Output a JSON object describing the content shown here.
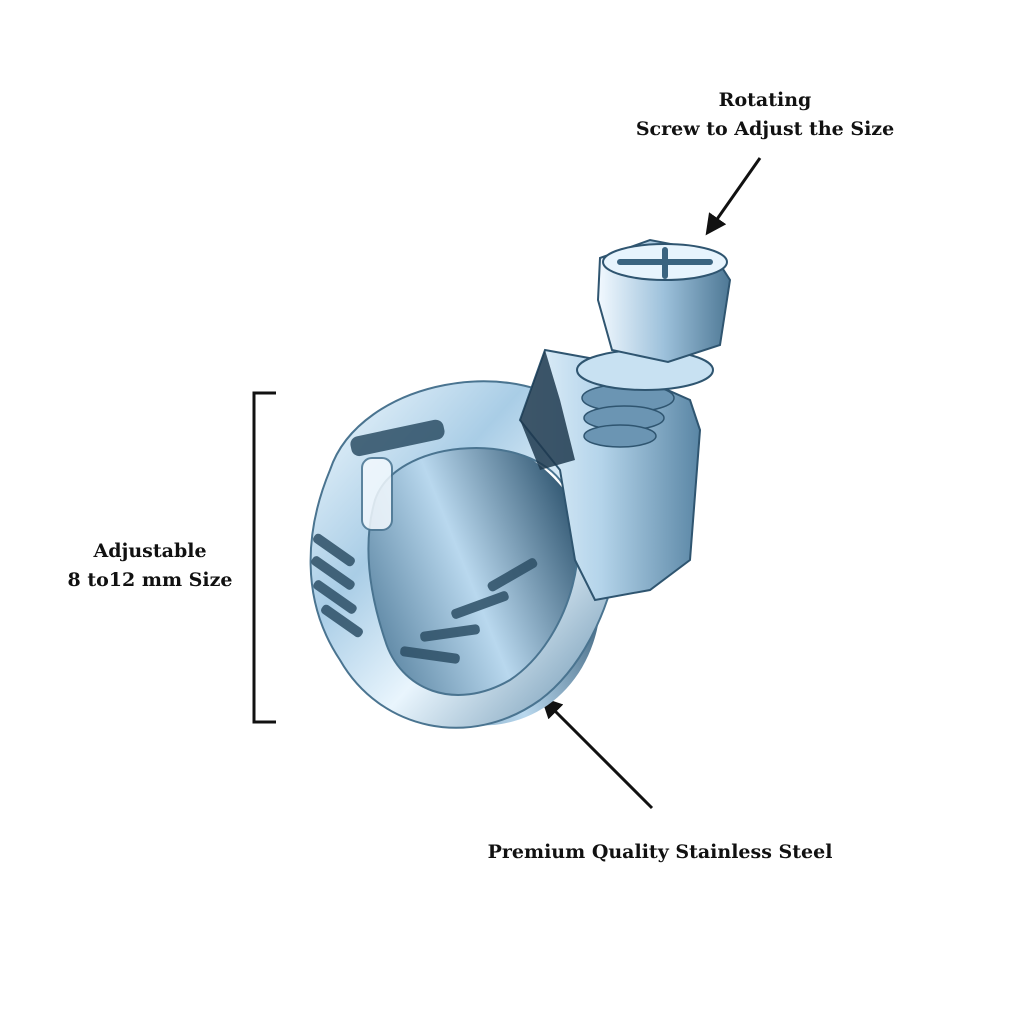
{
  "annotations": {
    "screw": {
      "line1": "Rotating",
      "line2": "Screw to Adjust the Size"
    },
    "size": {
      "line1": "Adjustable",
      "line2": "8 to12 mm Size"
    },
    "material": {
      "text": "Premium Quality Stainless Steel"
    }
  },
  "colors": {
    "background": "#ffffff",
    "text": "#111111",
    "steel_light": "#e6f2fb",
    "steel_mid": "#9fc3dd",
    "steel_dark": "#3f6985"
  }
}
